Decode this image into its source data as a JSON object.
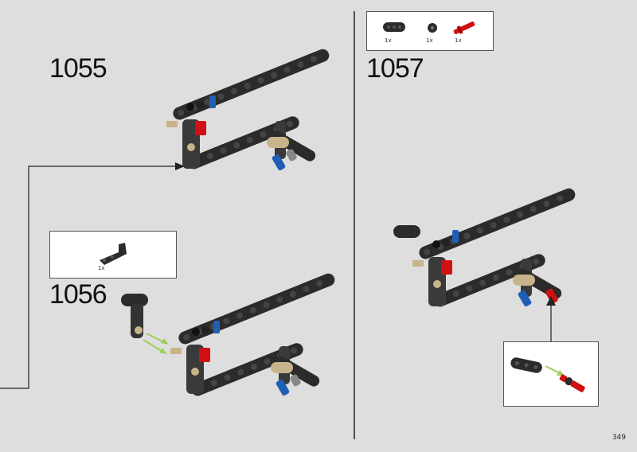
{
  "steps": [
    {
      "number": "1055"
    },
    {
      "number": "1056",
      "parts": [
        {
          "qty": "1x",
          "icon": "bent-beam-icon"
        }
      ]
    },
    {
      "number": "1057",
      "parts": [
        {
          "qty": "1x",
          "icon": "short-beam-icon"
        },
        {
          "qty": "1x",
          "icon": "bush-icon"
        },
        {
          "qty": "1x",
          "icon": "red-axle-pin-icon"
        }
      ]
    }
  ],
  "page": {
    "number": "349"
  },
  "colors": {
    "background": "#dedede",
    "beam": "#2b2b2b",
    "red": "#d01012",
    "blue": "#1f5fb4",
    "tan": "#c8b48a",
    "arrow": "#9ccf5a"
  }
}
